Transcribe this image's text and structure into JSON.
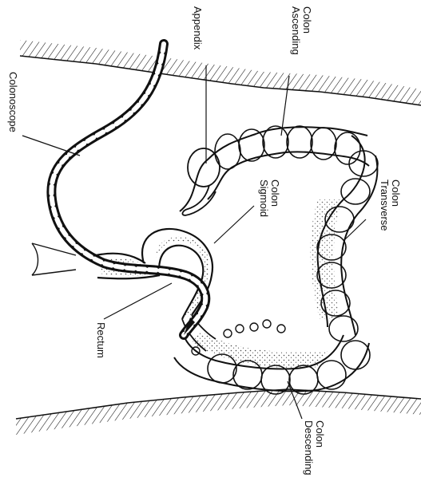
{
  "labels": {
    "appendix": "Appendix",
    "ascending_colon": [
      "Ascending",
      "Colon"
    ],
    "colonoscope": "Colonoscope",
    "sigmoid_colon": [
      "Sigmoid",
      "Colon"
    ],
    "transverse_colon": [
      "Transverse",
      "Colon"
    ],
    "rectum": "Rectum",
    "descending_colon": [
      "Descending",
      "Colon"
    ]
  },
  "colors": {
    "ink": "#111111",
    "background": "#ffffff"
  }
}
